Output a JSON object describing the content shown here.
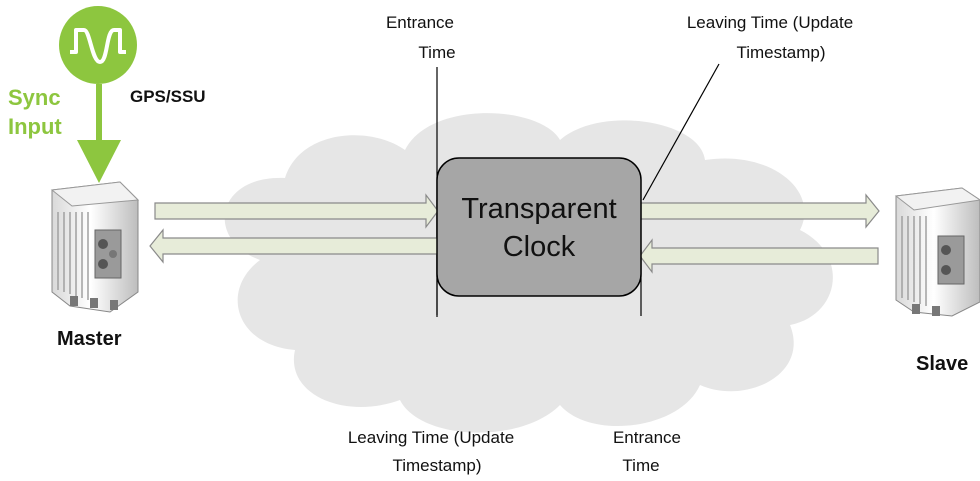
{
  "diagram": {
    "sync_input": {
      "line1": "Sync",
      "line2": "Input"
    },
    "gps_label": "GPS/SSU",
    "master_label": "Master",
    "slave_label": "Slave",
    "transparent_clock": {
      "line1": "Transparent",
      "line2": "Clock"
    },
    "top_entrance": {
      "line1": "Entrance",
      "line2": "Time"
    },
    "top_leaving": {
      "line1": "Leaving Time (Update",
      "line2": "Timestamp)"
    },
    "bottom_leaving": {
      "line1": "Leaving Time (Update",
      "line2": "Timestamp)"
    },
    "bottom_entrance": {
      "line1": "Entrance",
      "line2": "Time"
    }
  },
  "colors": {
    "accent_green": "#8dc63f",
    "cloud": "#e6e6e6",
    "clock_box": "#a6a6a6",
    "arrow_fill": "#e7ecd9",
    "arrow_stroke": "#8a8a8a"
  },
  "icons": [
    "sine-square-wave-icon",
    "master-radio-unit",
    "slave-radio-unit"
  ]
}
